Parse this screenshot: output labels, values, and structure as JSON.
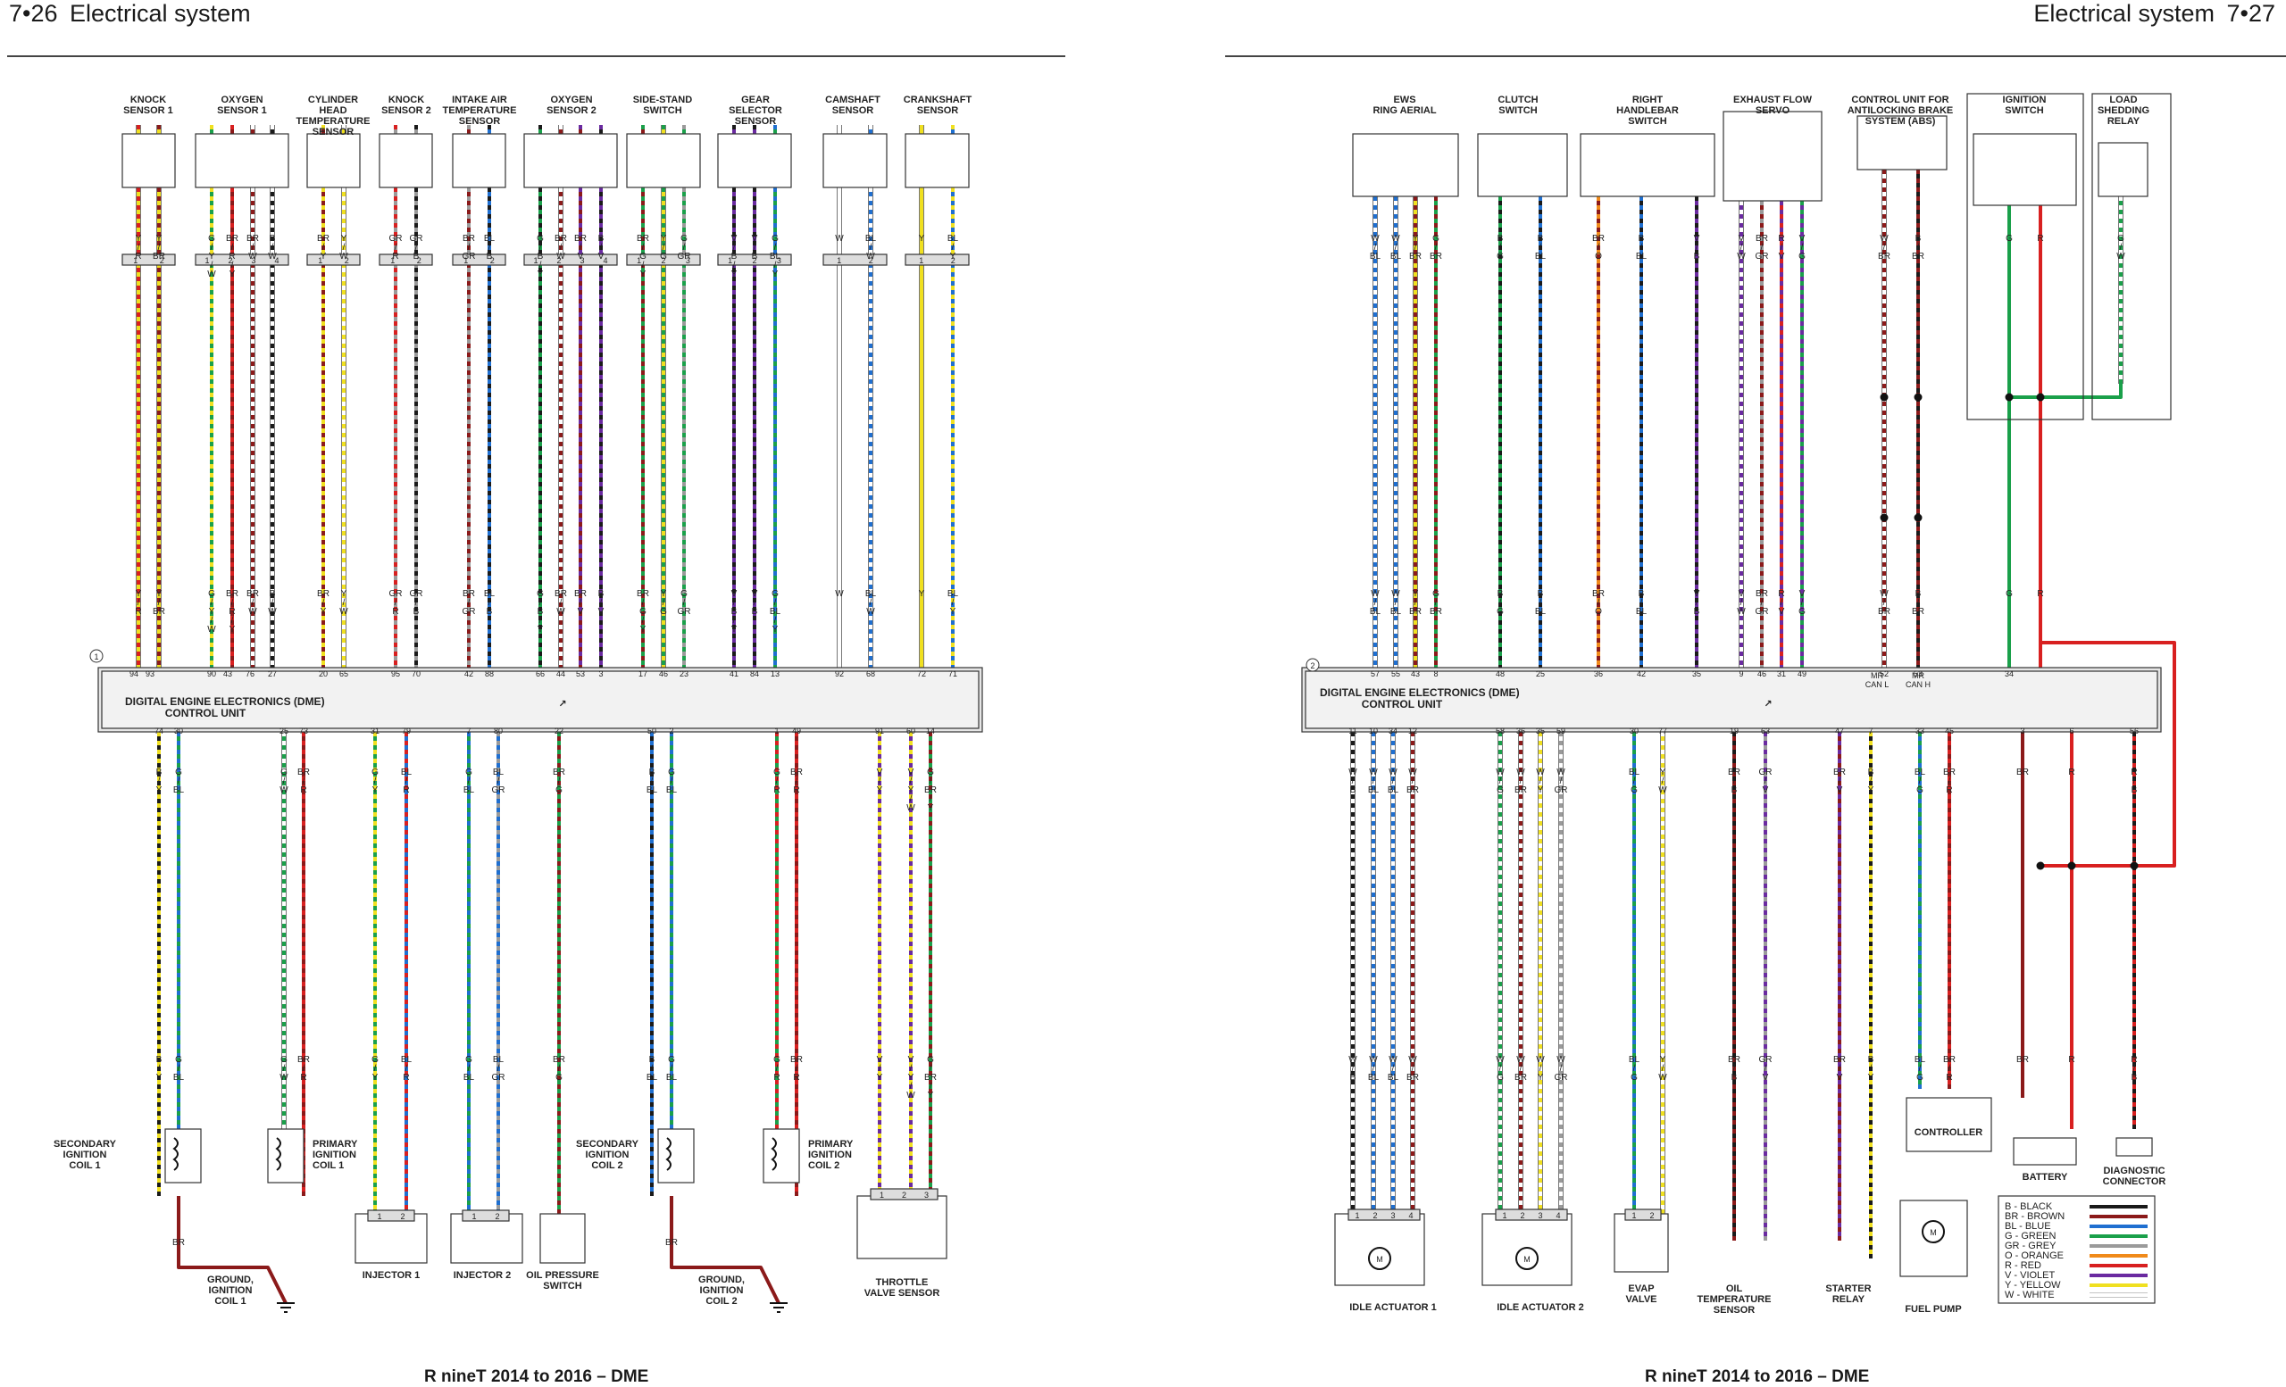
{
  "page_left": {
    "number": "7•26",
    "section": "Electrical system",
    "footer": "R nineT 2014 to 2016 – DME",
    "ecu_ref": "1",
    "ecu_name_1": "DIGITAL ENGINE ELECTRONICS (DME)",
    "ecu_name_2": "CONTROL UNIT",
    "top_components": [
      {
        "id": "knock1",
        "label": [
          "KNOCK",
          "SENSOR 1"
        ]
      },
      {
        "id": "oxy1",
        "label": [
          "OXYGEN",
          "SENSOR 1"
        ]
      },
      {
        "id": "cht",
        "label": [
          "CYLINDER",
          "HEAD",
          "TEMPERATURE",
          "SENSOR"
        ]
      },
      {
        "id": "knock2",
        "label": [
          "KNOCK",
          "SENSOR 2"
        ]
      },
      {
        "id": "iat",
        "label": [
          "INTAKE AIR",
          "TEMPERATURE",
          "SENSOR"
        ]
      },
      {
        "id": "oxy2",
        "label": [
          "OXYGEN",
          "SENSOR 2"
        ]
      },
      {
        "id": "sidestand",
        "label": [
          "SIDE-STAND",
          "SWITCH"
        ]
      },
      {
        "id": "gear",
        "label": [
          "GEAR",
          "SELECTOR",
          "SENSOR"
        ]
      },
      {
        "id": "cam",
        "label": [
          "CAMSHAFT",
          "SENSOR"
        ]
      },
      {
        "id": "crank",
        "label": [
          "CRANKSHAFT",
          "SENSOR"
        ]
      }
    ],
    "bottom_components": [
      {
        "id": "sec1",
        "label": [
          "SECONDARY",
          "IGNITION",
          "COIL 1"
        ]
      },
      {
        "id": "pri1",
        "label": [
          "PRIMARY",
          "IGNITION",
          "COIL 1"
        ]
      },
      {
        "id": "gnd1",
        "label": [
          "GROUND,",
          "IGNITION",
          "COIL 1"
        ]
      },
      {
        "id": "inj1",
        "label": [
          "INJECTOR 1"
        ]
      },
      {
        "id": "inj2",
        "label": [
          "INJECTOR 2"
        ]
      },
      {
        "id": "oilp",
        "label": [
          "OIL PRESSURE",
          "SWITCH"
        ]
      },
      {
        "id": "sec2",
        "label": [
          "SECONDARY",
          "IGNITION",
          "COIL 2"
        ]
      },
      {
        "id": "gnd2",
        "label": [
          "GROUND,",
          "IGNITION",
          "COIL 2"
        ]
      },
      {
        "id": "pri2",
        "label": [
          "PRIMARY",
          "IGNITION",
          "COIL 2"
        ]
      },
      {
        "id": "tvs",
        "label": [
          "THROTTLE",
          "VALVE SENSOR"
        ]
      }
    ],
    "ecu_top_pins": [
      "94",
      "93",
      "90",
      "43",
      "76",
      "27",
      "20",
      "65",
      "95",
      "70",
      "42",
      "88",
      "66",
      "44",
      "53",
      "3",
      "17",
      "46",
      "23",
      "41",
      "84",
      "13",
      "92",
      "68",
      "72",
      "71"
    ],
    "ecu_bottom_pins": [
      "74",
      "30",
      "25",
      "73",
      "31",
      "79",
      "7",
      "80",
      "22",
      "50",
      "2",
      "1",
      "49",
      "91",
      "60",
      "14"
    ]
  },
  "page_right": {
    "number": "7•27",
    "section": "Electrical system",
    "footer": "R nineT 2014 to 2016 – DME",
    "ecu_ref": "2",
    "ecu_name_1": "DIGITAL ENGINE ELECTRONICS (DME)",
    "ecu_name_2": "CONTROL UNIT",
    "top_components": [
      {
        "id": "ews",
        "label": [
          "EWS",
          "RING AERIAL"
        ]
      },
      {
        "id": "clutch",
        "label": [
          "CLUTCH",
          "SWITCH"
        ]
      },
      {
        "id": "rhbar",
        "label": [
          "RIGHT",
          "HANDLEBAR",
          "SWITCH"
        ]
      },
      {
        "id": "exhaust",
        "label": [
          "EXHAUST FLOW",
          "SERVO"
        ]
      },
      {
        "id": "abs",
        "label": [
          "CONTROL UNIT FOR",
          "ANTILOCKING BRAKE",
          "SYSTEM (ABS)"
        ]
      },
      {
        "id": "ign",
        "label": [
          "IGNITION",
          "SWITCH"
        ]
      },
      {
        "id": "load",
        "label": [
          "LOAD",
          "SHEDDING",
          "RELAY"
        ]
      }
    ],
    "bottom_components": [
      {
        "id": "idle1",
        "label": [
          "IDLE ACTUATOR 1"
        ]
      },
      {
        "id": "idle2",
        "label": [
          "IDLE ACTUATOR 2"
        ]
      },
      {
        "id": "evap",
        "label": [
          "EVAP",
          "VALVE"
        ]
      },
      {
        "id": "oilt",
        "label": [
          "OIL",
          "TEMPERATURE",
          "SENSOR"
        ]
      },
      {
        "id": "starter",
        "label": [
          "STARTER",
          "RELAY"
        ]
      },
      {
        "id": "fuel",
        "label": [
          "FUEL PUMP"
        ]
      },
      {
        "id": "ctrl",
        "label": [
          "CONTROLLER"
        ]
      },
      {
        "id": "batt",
        "label": [
          "BATTERY"
        ]
      },
      {
        "id": "diag",
        "label": [
          "DIAGNOSTIC",
          "CONNECTOR"
        ]
      }
    ],
    "can_labels": [
      "MR",
      "CAN L",
      "MR",
      "CAN H"
    ],
    "ecu_top_pins": [
      "57",
      "55",
      "43",
      "8",
      "48",
      "25",
      "36",
      "42",
      "35",
      "9",
      "46",
      "31",
      "49",
      "52",
      "53",
      "34"
    ],
    "ecu_bottom_pins": [
      "11",
      "10",
      "34",
      "12",
      "58",
      "36",
      "35",
      "59",
      "30",
      "77",
      "19",
      "63",
      "47",
      "7",
      "33",
      "45",
      "3",
      "6",
      "56"
    ]
  },
  "legend": [
    {
      "code": "B - BLACK",
      "color": "#1a1a1a"
    },
    {
      "code": "BR - BROWN",
      "color": "#8b1a1a"
    },
    {
      "code": "BL - BLUE",
      "color": "#1f6fd0"
    },
    {
      "code": "G - GREEN",
      "color": "#1aa04a"
    },
    {
      "code": "GR - GREY",
      "color": "#9a9a9a"
    },
    {
      "code": "O - ORANGE",
      "color": "#f08a1a"
    },
    {
      "code": "R - RED",
      "color": "#d82020"
    },
    {
      "code": "V - VIOLET",
      "color": "#6a2aa0"
    },
    {
      "code": "Y - YELLOW",
      "color": "#f0e020"
    },
    {
      "code": "W - WHITE",
      "color": "#ffffff"
    }
  ]
}
